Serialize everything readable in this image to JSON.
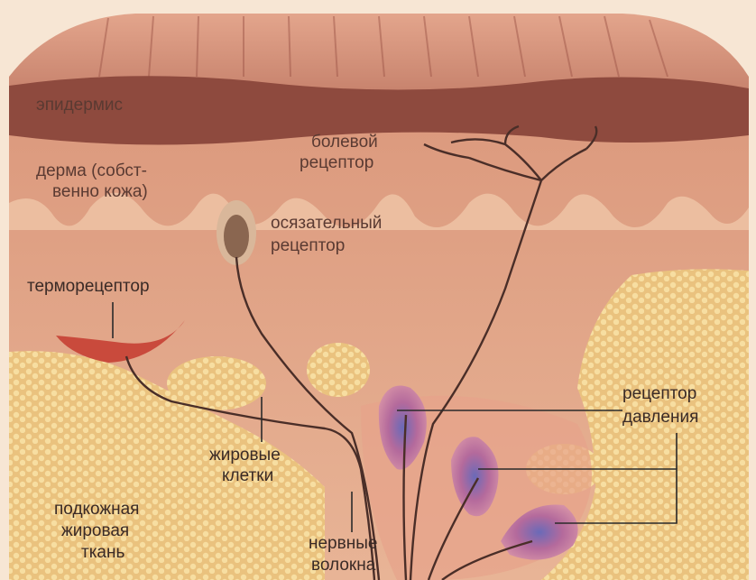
{
  "labels": {
    "epidermis": "эпидермис",
    "dermis_1": "дерма (собст-",
    "dermis_2": "венно кожа)",
    "pain_1": "болевой",
    "pain_2": "рецептор",
    "touch_1": "осязательный",
    "touch_2": "рецептор",
    "thermo": "терморецептор",
    "pressure_1": "рецептор",
    "pressure_2": "давления",
    "fat_cells_1": "жировые",
    "fat_cells_2": "клетки",
    "subcut_1": "подкожная",
    "subcut_2": "жировая",
    "subcut_3": "ткань",
    "nerve_1": "нервные",
    "nerve_2": "волокна"
  },
  "colors": {
    "frame": "#f7e6d4",
    "skin_surface": "#c9806a",
    "epidermis": "#8e4a3e",
    "dermis": "#e1a48a",
    "papillae": "#ecc1a3",
    "fat": "#f0cf8a",
    "nerve": "#4a2e28",
    "receptor": "#c36a8a",
    "thermo": "#c94a3c"
  }
}
